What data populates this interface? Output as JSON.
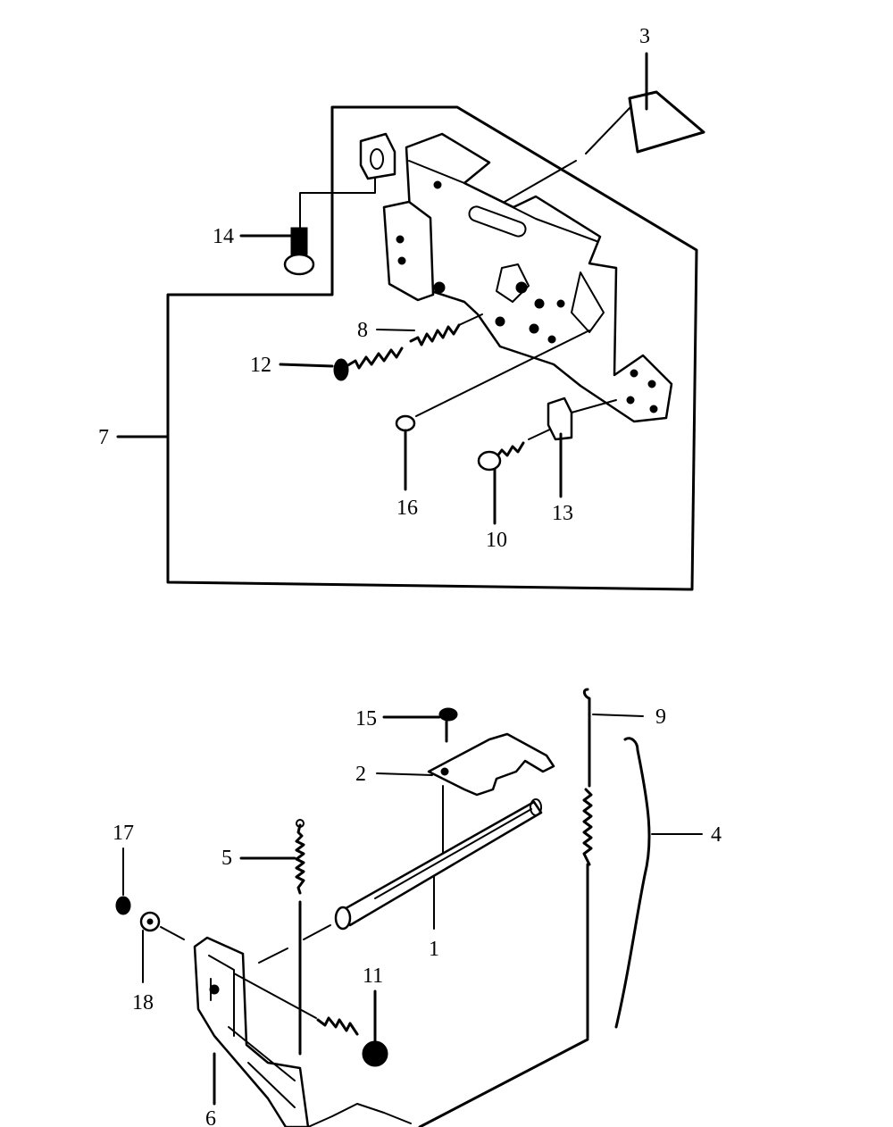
{
  "diagram": {
    "callouts": [
      {
        "id": "c1",
        "text": "1"
      },
      {
        "id": "c2",
        "text": "2"
      },
      {
        "id": "c3",
        "text": "3"
      },
      {
        "id": "c4",
        "text": "4"
      },
      {
        "id": "c5",
        "text": "5"
      },
      {
        "id": "c6",
        "text": "6"
      },
      {
        "id": "c7",
        "text": "7"
      },
      {
        "id": "c8",
        "text": "8"
      },
      {
        "id": "c9",
        "text": "9"
      },
      {
        "id": "c10",
        "text": "10"
      },
      {
        "id": "c11",
        "text": "11"
      },
      {
        "id": "c12",
        "text": "12"
      },
      {
        "id": "c13",
        "text": "13"
      },
      {
        "id": "c14",
        "text": "14"
      },
      {
        "id": "c15",
        "text": "15"
      },
      {
        "id": "c16",
        "text": "16"
      },
      {
        "id": "c17",
        "text": "17"
      },
      {
        "id": "c18",
        "text": "18"
      }
    ]
  },
  "colors": {
    "ink": "#000000",
    "paper": "#ffffff"
  }
}
